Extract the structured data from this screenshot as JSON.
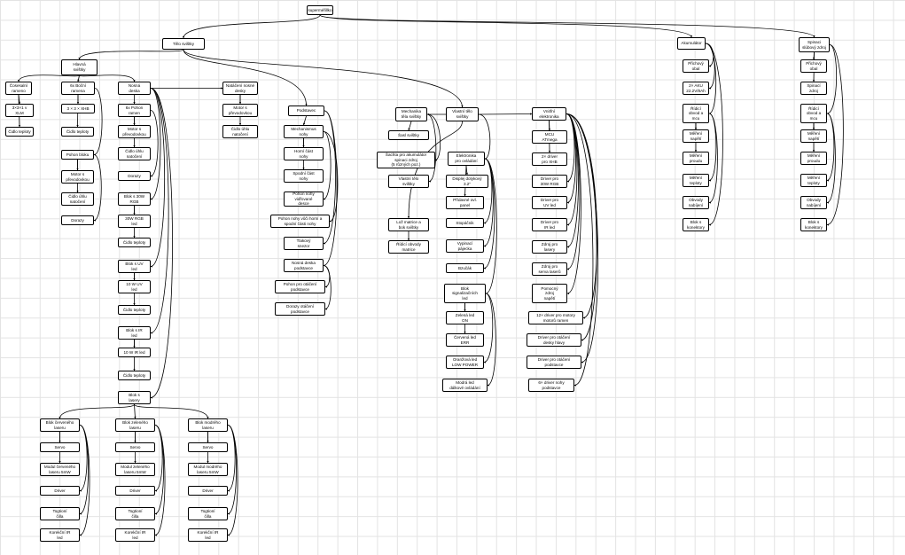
{
  "diagram": {
    "nodes": [
      {
        "id": "root",
        "text": "superméfillko"
      },
      {
        "id": "telo",
        "text": "Tělo svištky"
      },
      {
        "id": "akum",
        "text": "Akumulátor"
      },
      {
        "id": "spinac",
        "text": "Spinaci\nslúbový zdroj"
      },
      {
        "id": "hlavni",
        "text": "Hlavná\nsvištky"
      },
      {
        "id": "cosesalni",
        "text": "Čosesalní\nrameno"
      },
      {
        "id": "bocni",
        "text": "6x Boční\nramena"
      },
      {
        "id": "nosna",
        "text": "Nosná\ndeska"
      },
      {
        "id": "natacivi",
        "text": "Natáčení nosné\ndesky"
      },
      {
        "id": "podstavec",
        "text": "Podstavec"
      },
      {
        "id": "mechanika",
        "text": "Mechanika\ntěla svištky"
      },
      {
        "id": "vlastni",
        "text": "Vlastní tělo\nsvištky"
      },
      {
        "id": "vnitrni",
        "text": "Vnitřní\nelektronika"
      },
      {
        "id": "c_3x3",
        "text": "3×3×1 v\nXLM"
      },
      {
        "id": "c_cidlo",
        "text": "Čidlo teploty"
      },
      {
        "id": "b_3x3",
        "text": "3 × 3 × XHB"
      },
      {
        "id": "b_cidlo",
        "text": "Čidlo teploty"
      },
      {
        "id": "pohon_bl",
        "text": "Pohon bloku"
      },
      {
        "id": "pb_motor",
        "text": "Motor s\npřevodovkou"
      },
      {
        "id": "pb_cidlo",
        "text": "Čidlo úhlu\nnatočení"
      },
      {
        "id": "pb_doraz",
        "text": "Dorazy"
      },
      {
        "id": "n_pohon",
        "text": "6x Pohon\nramen"
      },
      {
        "id": "n_motor",
        "text": "Motor s\npřevodovkou"
      },
      {
        "id": "n_cidlo",
        "text": "Čidlo úhlu\nnatočení"
      },
      {
        "id": "n_doraz",
        "text": "Dorazy"
      },
      {
        "id": "blok30",
        "text": "Blok s 30W\nRGB"
      },
      {
        "id": "b30_led",
        "text": "30W RGB\nled"
      },
      {
        "id": "b30_cidlo",
        "text": "Čidlo teploty"
      },
      {
        "id": "blokuv",
        "text": "Blok s UV\nled"
      },
      {
        "id": "buv_led",
        "text": "10 W UV\nled"
      },
      {
        "id": "buv_cidlo",
        "text": "Čidlo teploty"
      },
      {
        "id": "blokir",
        "text": "Blok s IR\nled"
      },
      {
        "id": "bir_led",
        "text": "10 W IR led"
      },
      {
        "id": "bir_cidlo",
        "text": "Čidlo teploty"
      },
      {
        "id": "laser",
        "text": "Blok s\nlasery"
      },
      {
        "id": "lc",
        "text": "Blok červeného\nlaseru"
      },
      {
        "id": "lz",
        "text": "Blok zeleného\nlaseru"
      },
      {
        "id": "lm",
        "text": "Blok modrého\nlaseru"
      },
      {
        "id": "lc_servo",
        "text": "Servo"
      },
      {
        "id": "lc_mod",
        "text": "Modul červeného\nlaseru 5mW"
      },
      {
        "id": "lc_driver",
        "text": "Driver"
      },
      {
        "id": "lc_tog",
        "text": "Togtioní\nčilla"
      },
      {
        "id": "lc_kor",
        "text": "Korekční IR\nled"
      },
      {
        "id": "lz_servo",
        "text": "Servo"
      },
      {
        "id": "lz_mod",
        "text": "Modul zeleného\nlaseru 5mW"
      },
      {
        "id": "lz_driver",
        "text": "Driver"
      },
      {
        "id": "lz_tog",
        "text": "Togtioní\nčilla"
      },
      {
        "id": "lz_kor",
        "text": "Korekční IR\nled"
      },
      {
        "id": "lm_servo",
        "text": "Servo"
      },
      {
        "id": "lm_mod",
        "text": "Modul modrého\nlaseru 5mW"
      },
      {
        "id": "lm_driver",
        "text": "Driver"
      },
      {
        "id": "lm_tog",
        "text": "Togtioní\nčilla"
      },
      {
        "id": "lm_kor",
        "text": "Korekční IR\nled"
      },
      {
        "id": "nd_motor",
        "text": "Motor s\npřevodovkou"
      },
      {
        "id": "nd_cidlo",
        "text": "Čidlo úhlu\nnatočení"
      },
      {
        "id": "p_mech",
        "text": "Mechanismus\nnohy"
      },
      {
        "id": "p_horni",
        "text": "Horní část\nnohy"
      },
      {
        "id": "p_spodni",
        "text": "Spodní část\nnohy"
      },
      {
        "id": "p_pohon",
        "text": "Pohon nohy\nvidřované\ndesce"
      },
      {
        "id": "p_pohon2",
        "text": "Pohon nohy vůči horní a\nspodní části nohy"
      },
      {
        "id": "p_tlak",
        "text": "Tlakový\nsnezor"
      },
      {
        "id": "p_nosna",
        "text": "Nosná deska\npodstavce"
      },
      {
        "id": "p_pohonoto",
        "text": "Pohon pro otáčení\npodstavce"
      },
      {
        "id": "p_doraz",
        "text": "Dorazy otáčení\npodstavce"
      },
      {
        "id": "m_sal",
        "text": "Šasl svištky"
      },
      {
        "id": "m_sachta",
        "text": "Šachta pro akumulátor\nspinaci zdroj\n(5 různých poz.)"
      },
      {
        "id": "m_vlastni",
        "text": "Vlastní tělo\nsvištky"
      },
      {
        "id": "m_loz",
        "text": "Lož matrice a\nbok svištky"
      },
      {
        "id": "m_ridici",
        "text": "Řídicí obvody\nmatrice"
      },
      {
        "id": "v_elek",
        "text": "Elektronika\npro ovládání"
      },
      {
        "id": "v_displ",
        "text": "Displej dotykový\n3.2\""
      },
      {
        "id": "v_prid",
        "text": "Přídavné ovl.\npanel"
      },
      {
        "id": "v_stopt",
        "text": "Stopáčnik"
      },
      {
        "id": "v_vypin",
        "text": "Vypinací\npájecka"
      },
      {
        "id": "v_bzucak",
        "text": "Bzučák"
      },
      {
        "id": "v_blok",
        "text": "Blok\nsignalizačních\nled"
      },
      {
        "id": "v_zel",
        "text": "Zelená led\nON"
      },
      {
        "id": "v_cerv",
        "text": "Červená led\nERR"
      },
      {
        "id": "v_oranz",
        "text": "Oranžová led\nLOW POWER"
      },
      {
        "id": "v_modra",
        "text": "Modrá led\ndálkové ovládání"
      },
      {
        "id": "i_mcu",
        "text": "MCU\nATmega"
      },
      {
        "id": "i_2x",
        "text": "2× driver\npro XHB"
      },
      {
        "id": "i_30w",
        "text": "Driver pro\n30W RGB"
      },
      {
        "id": "i_uv",
        "text": "Driver pro\nUV led"
      },
      {
        "id": "i_ir",
        "text": "Driver pro\nIR led"
      },
      {
        "id": "i_zdroj_las",
        "text": "Zdroj pro\nlasery"
      },
      {
        "id": "i_zdroj_serva",
        "text": "Zdroj pro\nserva laserů"
      },
      {
        "id": "i_pomocny",
        "text": "Pomocný\nzdroj\nnapětí"
      },
      {
        "id": "i_12x",
        "text": "12× driver pro motory\nmotorů ramen"
      },
      {
        "id": "i_driver_ot",
        "text": "Driver pro otáčení\ndesky hlavy"
      },
      {
        "id": "i_driver_pod",
        "text": "Driver pro otáčení\npodstavce"
      },
      {
        "id": "i_6x",
        "text": "6× driver nohy\npodstavce"
      },
      {
        "id": "a_prich",
        "text": "Přichový\nobal"
      },
      {
        "id": "a_2x",
        "text": "2× AKU\n22.2V/8Ah"
      },
      {
        "id": "a_ridici",
        "text": "Řídicí\nobvod a\nmcu"
      },
      {
        "id": "a_napeti",
        "text": "Měření\nnapětí"
      },
      {
        "id": "a_proud",
        "text": "Měření\nproudu"
      },
      {
        "id": "a_tepl",
        "text": "Měření\nteploty"
      },
      {
        "id": "a_obvody",
        "text": "Obvody\nnabíjení"
      },
      {
        "id": "a_blok",
        "text": "Blok s\nkonektory"
      },
      {
        "id": "s_prich",
        "text": "Přichový\nobal"
      },
      {
        "id": "s_spinaci",
        "text": "Spinací\nzdroj"
      },
      {
        "id": "s_ridici",
        "text": "Řídicí\nobvod a\nmcu"
      },
      {
        "id": "s_napeti",
        "text": "Měření\nnapětí"
      },
      {
        "id": "s_proud",
        "text": "Měření\nproudu"
      },
      {
        "id": "s_tepl",
        "text": "Měření\nteploty"
      },
      {
        "id": "s_obvody",
        "text": "Obvody\nnabíjení"
      },
      {
        "id": "s_blok",
        "text": "Blok s\nkonektory"
      }
    ],
    "edges": [
      [
        "root",
        "telo"
      ],
      [
        "root",
        "akum"
      ],
      [
        "root",
        "spinac"
      ],
      [
        "telo",
        "hlavni"
      ],
      [
        "telo",
        "podstavec"
      ],
      [
        "telo",
        "vlastni"
      ],
      [
        "hlavni",
        "cosesalni"
      ],
      [
        "hlavni",
        "bocni"
      ],
      [
        "hlavni",
        "nosna"
      ],
      [
        "cosesalni",
        "c_3x3"
      ],
      [
        "cosesalni",
        "c_cidlo"
      ],
      [
        "bocni",
        "b_3x3"
      ],
      [
        "bocni",
        "b_cidlo"
      ],
      [
        "bocni",
        "pohon_bl"
      ],
      [
        "pohon_bl",
        "pb_motor"
      ],
      [
        "pohon_bl",
        "pb_cidlo"
      ],
      [
        "pohon_bl",
        "pb_doraz"
      ],
      [
        "nosna",
        "natacivi"
      ],
      [
        "nosna",
        "n_pohon"
      ],
      [
        "nosna",
        "blok30"
      ],
      [
        "nosna",
        "blokuv"
      ],
      [
        "nosna",
        "blokir"
      ],
      [
        "nosna",
        "laser"
      ],
      [
        "n_pohon",
        "n_motor"
      ],
      [
        "n_pohon",
        "n_cidlo"
      ],
      [
        "n_pohon",
        "n_doraz"
      ],
      [
        "natacivi",
        "nd_motor"
      ],
      [
        "natacivi",
        "nd_cidlo"
      ],
      [
        "blok30",
        "b30_led"
      ],
      [
        "blok30",
        "b30_cidlo"
      ],
      [
        "blokuv",
        "buv_led"
      ],
      [
        "blokuv",
        "buv_cidlo"
      ],
      [
        "blokir",
        "bir_led"
      ],
      [
        "blokir",
        "bir_cidlo"
      ],
      [
        "laser",
        "lc"
      ],
      [
        "laser",
        "lz"
      ],
      [
        "laser",
        "lm"
      ],
      [
        "lc",
        "lc_servo"
      ],
      [
        "lc",
        "lc_mod"
      ],
      [
        "lc",
        "lc_driver"
      ],
      [
        "lc",
        "lc_tog"
      ],
      [
        "lc",
        "lc_kor"
      ],
      [
        "lz",
        "lz_servo"
      ],
      [
        "lz",
        "lz_mod"
      ],
      [
        "lz",
        "lz_driver"
      ],
      [
        "lz",
        "lz_tog"
      ],
      [
        "lz",
        "lz_kor"
      ],
      [
        "lm",
        "lm_servo"
      ],
      [
        "lm",
        "lm_mod"
      ],
      [
        "lm",
        "lm_driver"
      ],
      [
        "lm",
        "lm_tog"
      ],
      [
        "lm",
        "lm_kor"
      ],
      [
        "podstavec",
        "p_mech"
      ],
      [
        "podstavec",
        "p_tlak"
      ],
      [
        "podstavec",
        "p_nosna"
      ],
      [
        "p_mech",
        "p_horni"
      ],
      [
        "p_mech",
        "p_spodni"
      ],
      [
        "p_mech",
        "p_pohon"
      ],
      [
        "p_mech",
        "p_pohon2"
      ],
      [
        "p_nosna",
        "p_pohonoto"
      ],
      [
        "p_nosna",
        "p_doraz"
      ],
      [
        "vlastni",
        "mechanika"
      ],
      [
        "vlastni",
        "vnitrni"
      ],
      [
        "vlastni",
        "v_elek"
      ],
      [
        "vlastni",
        "m_loz"
      ],
      [
        "mechanika",
        "m_sal"
      ],
      [
        "mechanika",
        "m_sachta"
      ],
      [
        "mechanika",
        "m_vlastni"
      ],
      [
        "m_loz",
        "m_ridici"
      ],
      [
        "v_elek",
        "v_displ"
      ],
      [
        "v_elek",
        "v_prid"
      ],
      [
        "v_elek",
        "v_stopt"
      ],
      [
        "v_elek",
        "v_vypin"
      ],
      [
        "v_elek",
        "v_bzucak"
      ],
      [
        "v_elek",
        "v_blok"
      ],
      [
        "v_blok",
        "v_zel"
      ],
      [
        "v_blok",
        "v_cerv"
      ],
      [
        "v_blok",
        "v_oranz"
      ],
      [
        "v_blok",
        "v_modra"
      ],
      [
        "vnitrni",
        "i_mcu"
      ],
      [
        "vnitrni",
        "i_2x"
      ],
      [
        "vnitrni",
        "i_30w"
      ],
      [
        "vnitrni",
        "i_uv"
      ],
      [
        "vnitrni",
        "i_ir"
      ],
      [
        "vnitrni",
        "i_zdroj_las"
      ],
      [
        "vnitrni",
        "i_zdroj_serva"
      ],
      [
        "vnitrni",
        "i_pomocny"
      ],
      [
        "vnitrni",
        "i_12x"
      ],
      [
        "vnitrni",
        "i_driver_ot"
      ],
      [
        "vnitrni",
        "i_driver_pod"
      ],
      [
        "vnitrni",
        "i_6x"
      ],
      [
        "akum",
        "a_prich"
      ],
      [
        "akum",
        "a_2x"
      ],
      [
        "akum",
        "a_ridici"
      ],
      [
        "akum",
        "a_blok"
      ],
      [
        "a_ridici",
        "a_napeti"
      ],
      [
        "a_ridici",
        "a_proud"
      ],
      [
        "a_ridici",
        "a_tepl"
      ],
      [
        "a_ridici",
        "a_obvody"
      ],
      [
        "spinac",
        "s_prich"
      ],
      [
        "spinac",
        "s_spinaci"
      ],
      [
        "spinac",
        "s_ridici"
      ],
      [
        "spinac",
        "s_blok"
      ],
      [
        "s_ridici",
        "s_napeti"
      ],
      [
        "s_ridici",
        "s_proud"
      ],
      [
        "s_ridici",
        "s_tepl"
      ],
      [
        "s_ridici",
        "s_obvody"
      ]
    ]
  }
}
